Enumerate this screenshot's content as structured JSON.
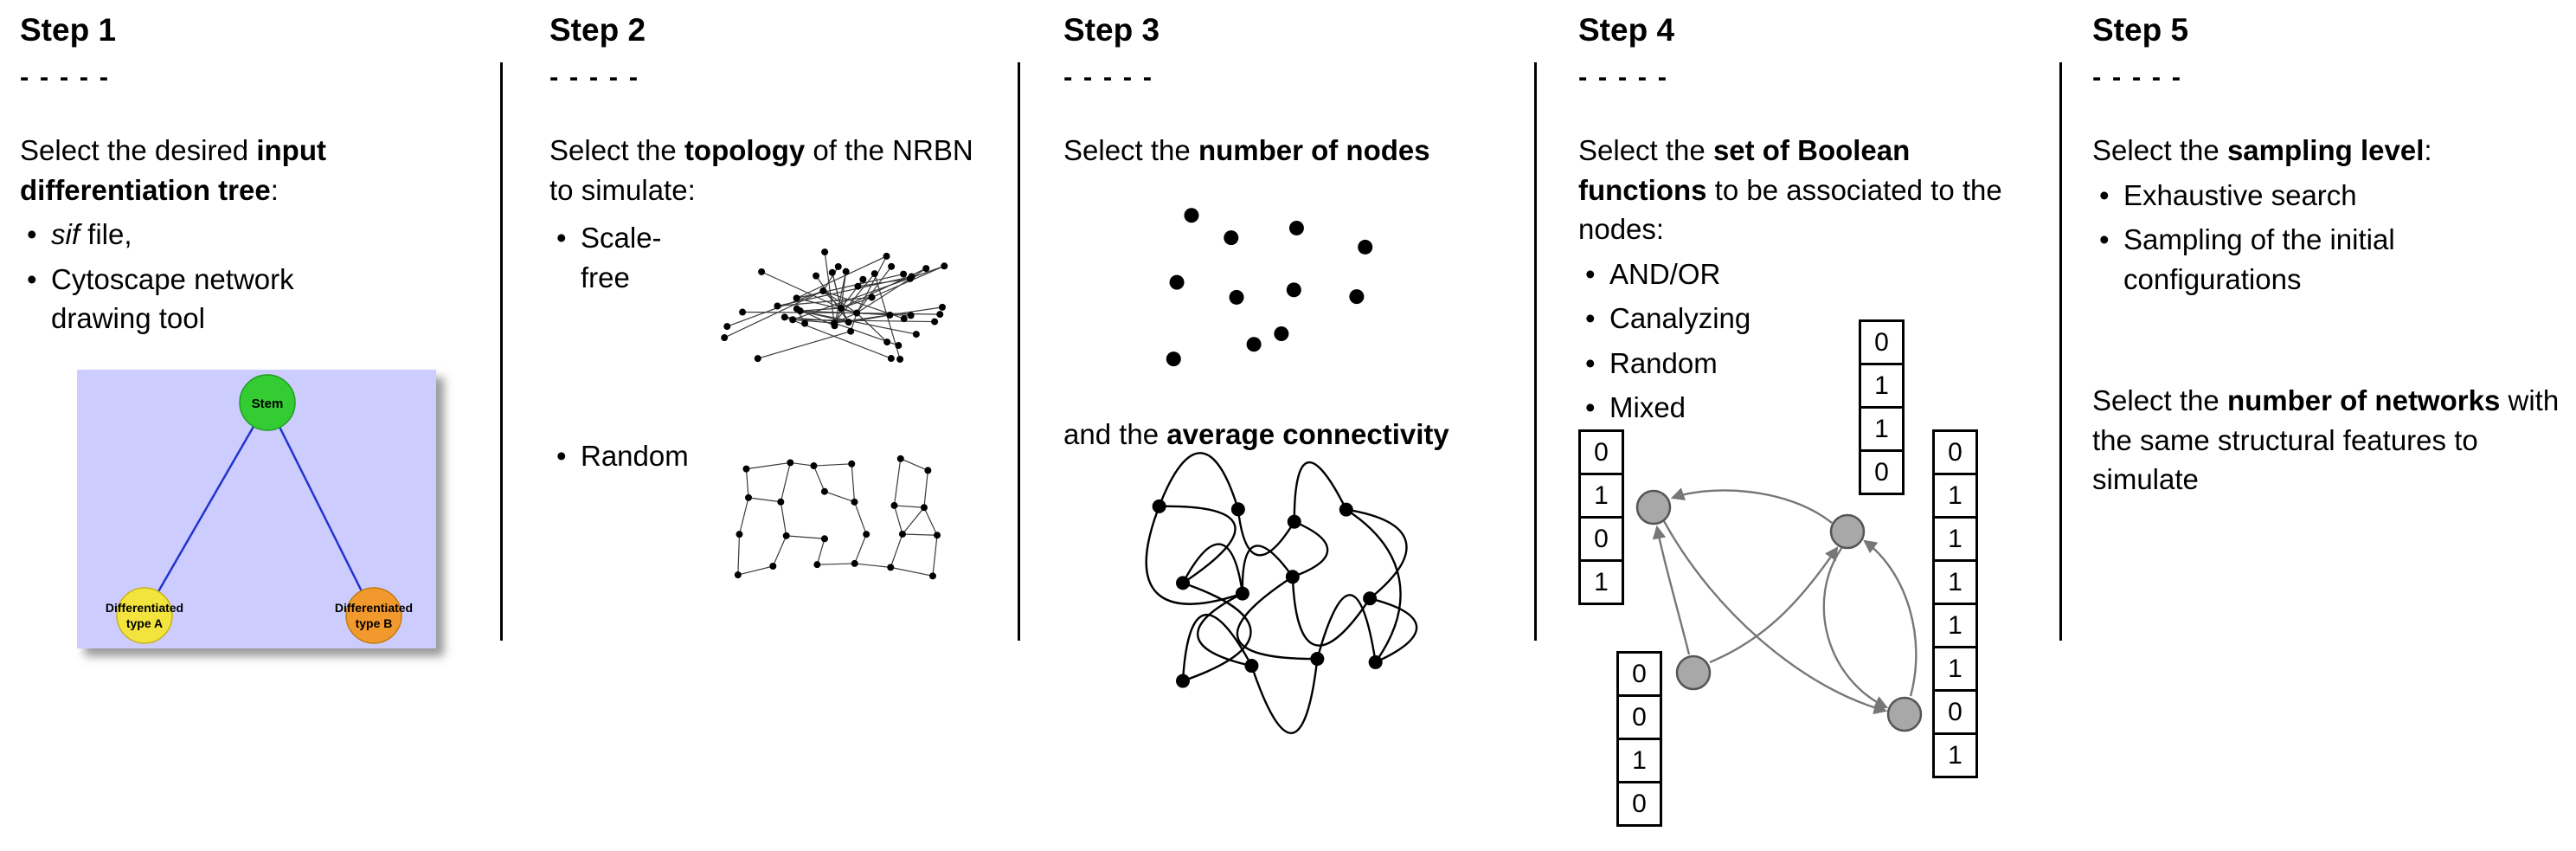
{
  "ui": {
    "bullet": "•"
  },
  "colors": {
    "tree_background": "#ccccfe",
    "stem_node": "#33cc33",
    "type_a_node": "#f2e43c",
    "type_b_node": "#f2992e",
    "tree_edge": "#2233cc",
    "graph_node": "#a8a8a8",
    "graph_edge": "#777777"
  },
  "step1": {
    "title": "Step 1",
    "dashes": "- - - - -",
    "intro_pre": "Select the desired ",
    "intro_bold": "input differentiation tree",
    "intro_post": ":",
    "bullet1_italic": "sif",
    "bullet1_rest": " file,",
    "bullet2_line1": "Cytoscape network",
    "bullet2_line2": "drawing tool",
    "tree": {
      "root_label": "Stem",
      "left_label_line1": "Differentiated",
      "left_label_line2": "type A",
      "right_label_line1": "Differentiated",
      "right_label_line2": "type B"
    }
  },
  "step2": {
    "title": "Step 2",
    "dashes": "- - - - -",
    "intro_pre": "Select the ",
    "intro_bold": "topology",
    "intro_post": " of the NRBN to simulate:",
    "bullet1": "Scale-free",
    "bullet2": "Random"
  },
  "step3": {
    "title": "Step 3",
    "dashes": "- - - - -",
    "intro_pre": "Select the ",
    "intro_bold": "number of nodes",
    "second_pre": "and the ",
    "second_bold": "average connectivity"
  },
  "step4": {
    "title": "Step 4",
    "dashes": "- - - - -",
    "intro_pre": "Select the ",
    "intro_bold": "set of Boolean functions",
    "intro_post": " to be associated to the nodes:",
    "bullets": [
      "AND/OR",
      "Canalyzing",
      "Random",
      "Mixed"
    ],
    "truth_tables": {
      "top": [
        "0",
        "1",
        "1",
        "0"
      ],
      "left": [
        "0",
        "1",
        "0",
        "1"
      ],
      "bottom_left": [
        "0",
        "0",
        "1",
        "0"
      ],
      "right": [
        "0",
        "1",
        "1",
        "1",
        "1",
        "1",
        "0",
        "1"
      ]
    }
  },
  "step5": {
    "title": "Step 5",
    "dashes": "- - - - -",
    "intro_pre": "Select the ",
    "intro_bold": "sampling level",
    "intro_post": ":",
    "bullet1": "Exhaustive search",
    "bullet2_line1": "Sampling of the initial",
    "bullet2_line2": "configurations",
    "second_pre": "Select the ",
    "second_bold": "number of networks",
    "second_post": " with the same structural features to simulate"
  }
}
